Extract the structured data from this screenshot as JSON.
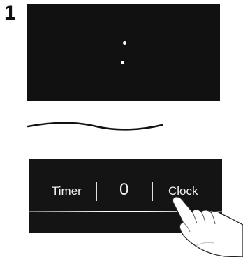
{
  "step": {
    "number": "1"
  },
  "control_panel": {
    "timer_label": "Timer",
    "value": "0",
    "clock_label": "Clock"
  },
  "colors": {
    "panel": "#111111",
    "text": "#f2f2f2",
    "background": "#ffffff"
  },
  "icons": {
    "hand": "pointing-hand-icon"
  }
}
